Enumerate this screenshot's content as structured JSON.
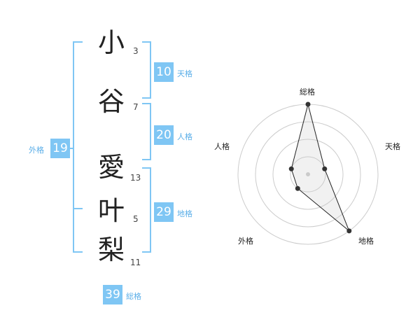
{
  "name": {
    "chars": [
      {
        "char": "小",
        "strokes": 3
      },
      {
        "char": "谷",
        "strokes": 7
      },
      {
        "char": "愛",
        "strokes": 13
      },
      {
        "char": "叶",
        "strokes": 5
      },
      {
        "char": "梨",
        "strokes": 11
      }
    ]
  },
  "kakusu": {
    "tenkaku": {
      "label": "天格",
      "value": "10"
    },
    "jinkaku": {
      "label": "人格",
      "value": "20"
    },
    "chikaku": {
      "label": "地格",
      "value": "29"
    },
    "gaikaku": {
      "label": "外格",
      "value": "19"
    },
    "soukaku": {
      "label": "総格",
      "value": "39"
    }
  },
  "colors": {
    "accent": "#7fc6f4",
    "bracket": "#7fc6f4"
  },
  "chart_data": {
    "type": "radar",
    "axes": [
      "総格",
      "天格",
      "地格",
      "外格",
      "人格"
    ],
    "levels": 4,
    "values": [
      4,
      1,
      4,
      1,
      1
    ],
    "max": 4
  }
}
